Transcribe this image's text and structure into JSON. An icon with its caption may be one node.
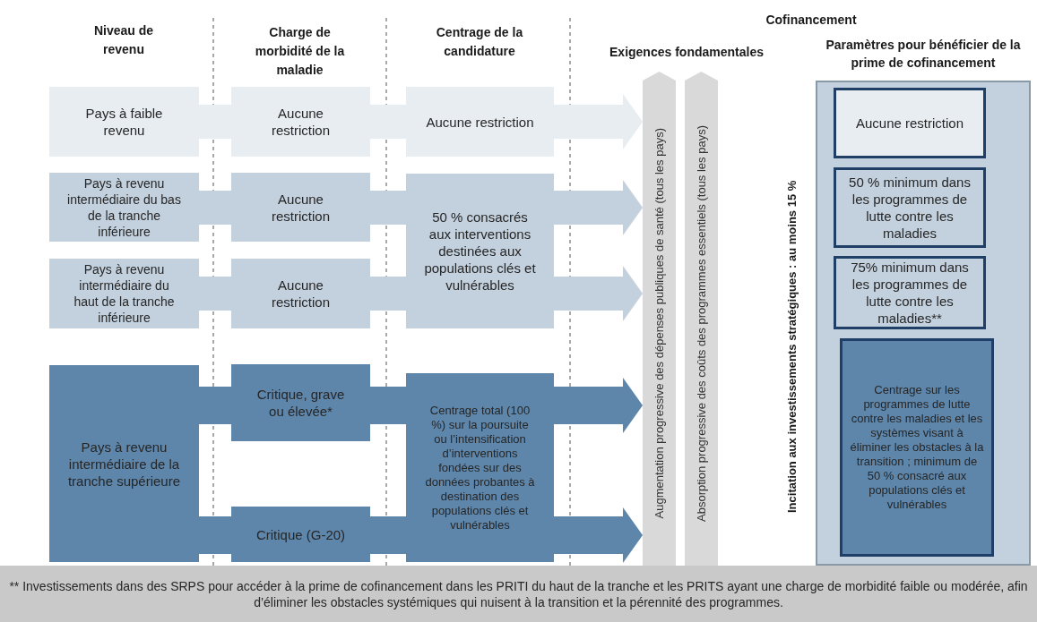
{
  "diagram": {
    "nodes": [
      {
        "text": [
          "Pays à faible revenu"
        ]
      },
      {
        "text": [
          "Aucune restriction"
        ]
      },
      {
        "text": [
          "Aucune restriction"
        ]
      },
      {
        "text": [
          "Pays à revenu intermédiaire du bas de la tranche inférieure"
        ]
      },
      {
        "text": [
          "Aucune restriction"
        ]
      },
      {
        "text": [
          "50 % consacrés aux interventions destinées aux populations clés et vulnérables"
        ]
      },
      {
        "text": [
          "Pays à revenu intermédiaire du haut de la tranche inférieure"
        ]
      },
      {
        "text": [
          "Aucune restriction"
        ]
      },
      {
        "text": [
          "Pays à revenu intermédiaire de la tranche supérieure"
        ]
      },
      {
        "text": [
          "Critique, grave ou élevée*"
        ]
      },
      {
        "text": [
          "Centrage total (100 %) sur la poursuite ou l’intensification d’interventions fondées sur des données probantes à destination des populations clés et vulnérables"
        ]
      },
      {
        "text": [
          "Critique (G-20)"
        ]
      },
      {
        "text": [
          "Augmentation progressive des dépenses publiques de santé (tous les pays)"
        ]
      },
      {
        "text": [
          "Absorption progressive des coûts des programmes essentiels (tous les pays)"
        ]
      },
      {
        "text": [
          "Paramètres pour bénéficier de la prime de cofinancement"
        ]
      },
      {
        "text": [
          "Aucune restriction"
        ],
        "in": 14
      },
      {
        "text": [
          "50 % minimum dans les programmes de lutte contre les maladies"
        ],
        "in": 14
      },
      {
        "text": [
          "75% minimum dans les programmes de lutte contre les maladies**"
        ],
        "in": 14
      },
      {
        "text": [
          "Centrage sur les programmes de lutte contre les maladies et les systèmes visant à éliminer les obstacles à la transition ; minimum de 50 % consacré aux populations clés et vulnérables"
        ],
        "in": 14
      },
      {
        "text": [
          "** Investissements dans des SRPS pour accéder à la prime de cofinancement dans les PRITI du haut de la tranche et les PRITS ayant une charge de morbidité faible ou modérée, afin d’éliminer les obstacles systémiques qui nuisent à la transition et la pérennité des programmes."
        ]
      }
    ],
    "edges": [
      {
        "from": 0,
        "to": 1,
        "arrow": "none",
        "color": "#e8edf2"
      },
      {
        "from": 1,
        "to": 2,
        "arrow": "none",
        "color": "#e8edf2"
      },
      {
        "from": 2,
        "to": 12,
        "arrow": "to",
        "color": "#e8edf2"
      },
      {
        "from": 3,
        "to": 4,
        "arrow": "none",
        "color": "#c3d0dd"
      },
      {
        "from": 4,
        "to": 5,
        "arrow": "none",
        "color": "#c3d0dd"
      },
      {
        "from": 5,
        "to": 12,
        "arrow": "to",
        "color": "#c3d0dd"
      },
      {
        "from": 6,
        "to": 7,
        "arrow": "none",
        "color": "#c3d0dd"
      },
      {
        "from": 7,
        "to": 5,
        "arrow": "none",
        "color": "#c3d0dd"
      },
      {
        "from": 5,
        "to": 12,
        "arrow": "to",
        "color": "#c3d0dd"
      },
      {
        "from": 8,
        "to": 9,
        "arrow": "none",
        "color": "#5e86ab"
      },
      {
        "from": 9,
        "to": 10,
        "arrow": "none",
        "color": "#5e86ab"
      },
      {
        "from": 10,
        "to": 12,
        "arrow": "to",
        "color": "#5e86ab"
      },
      {
        "from": 8,
        "to": 11,
        "arrow": "none",
        "color": "#5e86ab"
      },
      {
        "from": 11,
        "to": 10,
        "arrow": "none",
        "color": "#5e86ab"
      },
      {
        "from": 10,
        "to": 12,
        "arrow": "to",
        "color": "#5e86ab"
      }
    ],
    "labels": [
      "Niveau de revenu",
      "Charge de morbidité de la maladie",
      "Centrage de la candidature",
      "Cofinancement",
      "Exigences fondamentales",
      "Incitation aux investissements stratégiques : au moins 15 %"
    ]
  }
}
